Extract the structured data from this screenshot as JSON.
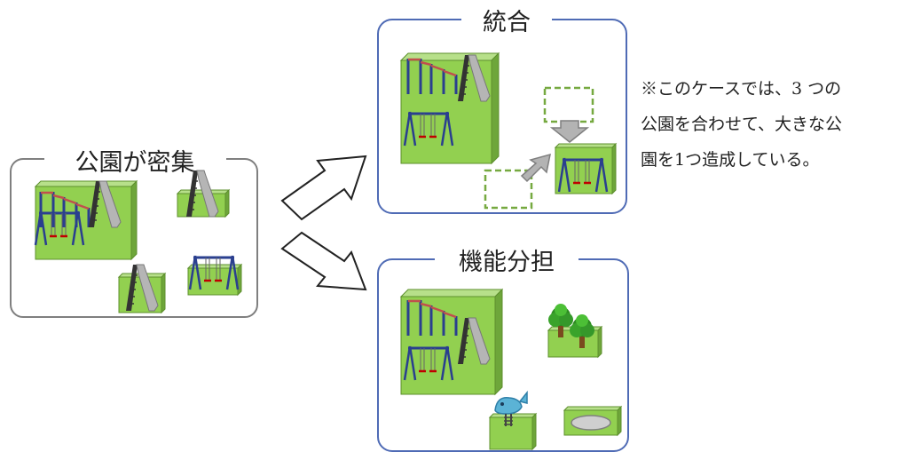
{
  "panels": {
    "dense": {
      "title": "公園が密集"
    },
    "merge": {
      "title": "統合"
    },
    "split": {
      "title": "機能分担"
    }
  },
  "note": {
    "line1": "※このケースでは、3 つの",
    "line2": "公園を合わせて、大きな公",
    "line3": "園を1つ造成している。"
  },
  "colors": {
    "park_fill": "#92d050",
    "park_side": "#6ea63a",
    "panel_border_gray": "#7f7f7f",
    "panel_border_blue": "#4f6bb5",
    "dashed_outline": "#76a940"
  },
  "icons": [
    "slide-icon",
    "swing-icon",
    "monkey-bars-icon",
    "tree-icon",
    "spring-rider-icon",
    "sandpit-icon",
    "arrow-icon"
  ]
}
